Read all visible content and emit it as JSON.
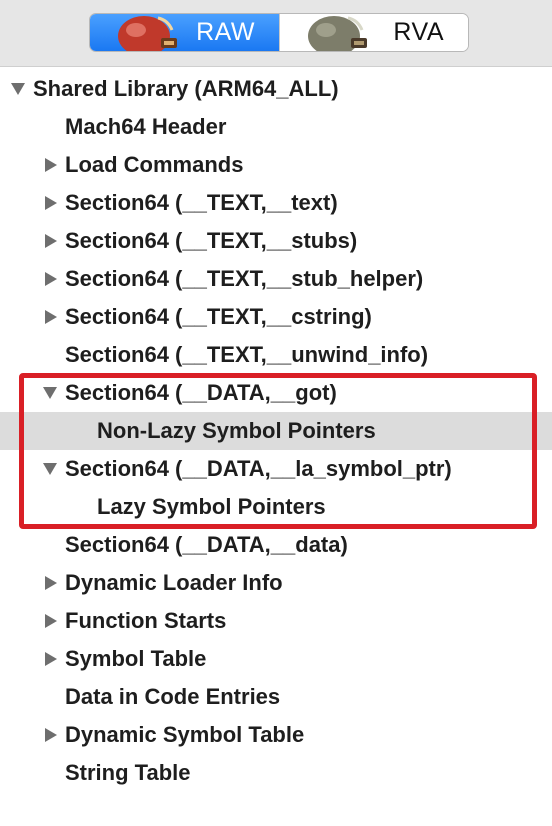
{
  "toolbar": {
    "modes": [
      {
        "label": "RAW",
        "selected": true,
        "icon": "raw-mode-icon"
      },
      {
        "label": "RVA",
        "selected": false,
        "icon": "rva-mode-icon"
      }
    ]
  },
  "tree": {
    "items": [
      {
        "label": "Shared Library  (ARM64_ALL)",
        "expander": "expanded"
      },
      {
        "label": "Mach64 Header",
        "expander": "none"
      },
      {
        "label": "Load Commands",
        "expander": "collapsed"
      },
      {
        "label": "Section64 (__TEXT,__text)",
        "expander": "collapsed"
      },
      {
        "label": "Section64 (__TEXT,__stubs)",
        "expander": "collapsed"
      },
      {
        "label": "Section64 (__TEXT,__stub_helper)",
        "expander": "collapsed"
      },
      {
        "label": "Section64 (__TEXT,__cstring)",
        "expander": "collapsed"
      },
      {
        "label": "Section64 (__TEXT,__unwind_info)",
        "expander": "none"
      },
      {
        "label": "Section64 (__DATA,__got)",
        "expander": "expanded"
      },
      {
        "label": "Non-Lazy Symbol Pointers",
        "expander": "none",
        "selected": true
      },
      {
        "label": "Section64 (__DATA,__la_symbol_ptr)",
        "expander": "expanded"
      },
      {
        "label": "Lazy Symbol Pointers",
        "expander": "none"
      },
      {
        "label": "Section64 (__DATA,__data)",
        "expander": "none"
      },
      {
        "label": "Dynamic Loader Info",
        "expander": "collapsed"
      },
      {
        "label": "Function Starts",
        "expander": "collapsed"
      },
      {
        "label": "Symbol Table",
        "expander": "collapsed"
      },
      {
        "label": "Data in Code Entries",
        "expander": "none"
      },
      {
        "label": "Dynamic Symbol Table",
        "expander": "collapsed"
      },
      {
        "label": "String Table",
        "expander": "none"
      }
    ]
  },
  "colors": {
    "selected_segment": "#1a78f2",
    "selection_row": "#dcdcdc",
    "highlight_box": "#d91f26"
  }
}
